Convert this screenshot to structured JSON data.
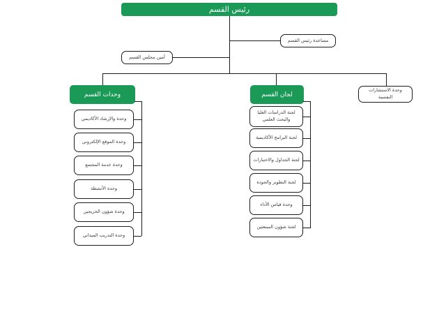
{
  "chart": {
    "root": {
      "label": "رئيس القسم"
    },
    "assistant": {
      "label": "مساعدة رئيس القسم"
    },
    "secretary": {
      "label": "أمين مجلس القسم"
    },
    "psych_unit": {
      "label": "وحدة الاستشارات النفسية"
    },
    "units": {
      "label": "وحدات القسم",
      "items": [
        {
          "label": "وحدة والإرشاد الأكاديمي"
        },
        {
          "label": "وحدة الموقع الإلكتروني"
        },
        {
          "label": "وحدة خدمة المجتمع"
        },
        {
          "label": "وحدة الأنشطة"
        },
        {
          "label": "وحدة شؤون الخريجين"
        },
        {
          "label": "وحدة التدريب الميداني"
        }
      ]
    },
    "committees": {
      "label": "لجان القسم",
      "items": [
        {
          "label": "لجنة الدراسات العليا والبحث العلمي"
        },
        {
          "label": "لجنة البرامج الأكاديمية"
        },
        {
          "label": "لجنة الجداول والاختبارات"
        },
        {
          "label": "لجنة التطوير والجودة"
        },
        {
          "label": "وحدة قياس الأداء"
        },
        {
          "label": "لجنة شؤون المبتعثين"
        }
      ]
    },
    "colors": {
      "accent_green": "#1a9a56",
      "connector": "#1c1c1c",
      "node_border": "#1c1c1c",
      "node_text": "#3d3d3d"
    }
  }
}
